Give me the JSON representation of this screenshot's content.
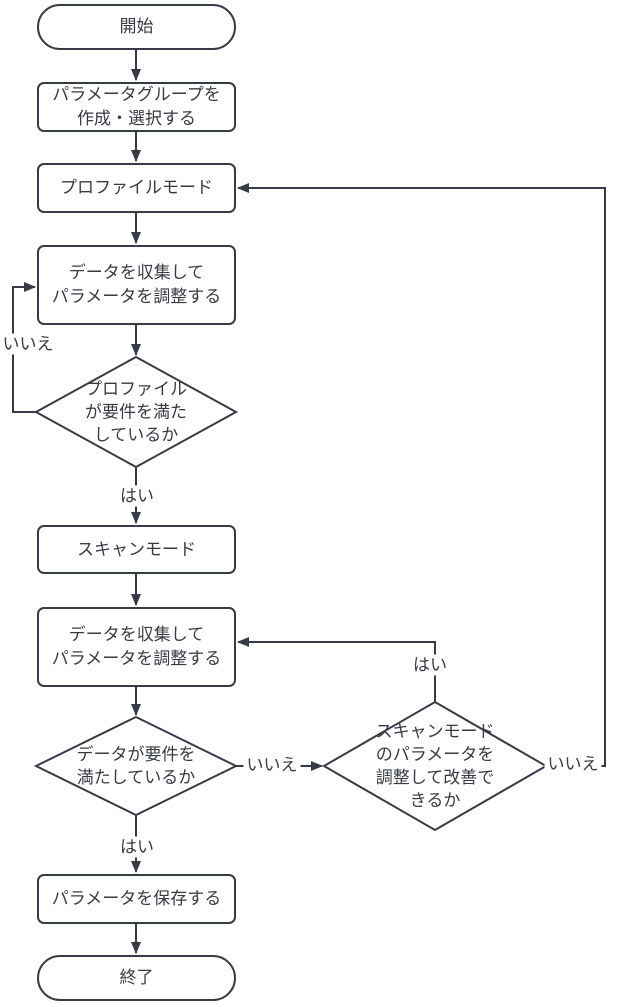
{
  "diagram": {
    "type": "flowchart",
    "language": "ja",
    "colors": {
      "ink": "#363b45",
      "background": "#ffffff"
    },
    "nodes": {
      "start": {
        "type": "terminator",
        "label": "開始"
      },
      "create_group": {
        "type": "process",
        "label": "パラメータグループを\n作成・選択する"
      },
      "profile_mode": {
        "type": "process",
        "label": "プロファイルモード"
      },
      "collect_profile": {
        "type": "process",
        "label": "データを収集して\nパラメータを調整する"
      },
      "profile_check": {
        "type": "decision",
        "label": "プロファイル\nが要件を満た\nしているか"
      },
      "scan_mode": {
        "type": "process",
        "label": "スキャンモード"
      },
      "collect_scan": {
        "type": "process",
        "label": "データを収集して\nパラメータを調整する"
      },
      "data_check": {
        "type": "decision",
        "label": "データが要件を\n満たしているか"
      },
      "improve_check": {
        "type": "decision",
        "label": "スキャンモード\nのパラメータを\n調整して改善で\nきるか"
      },
      "save_params": {
        "type": "process",
        "label": "パラメータを保存する"
      },
      "end": {
        "type": "terminator",
        "label": "終了"
      }
    },
    "edge_labels": {
      "profile_check_no": "いいえ",
      "profile_check_yes": "はい",
      "data_check_yes": "はい",
      "data_check_no": "いいえ",
      "improve_check_yes": "はい",
      "improve_check_no": "いいえ"
    }
  }
}
